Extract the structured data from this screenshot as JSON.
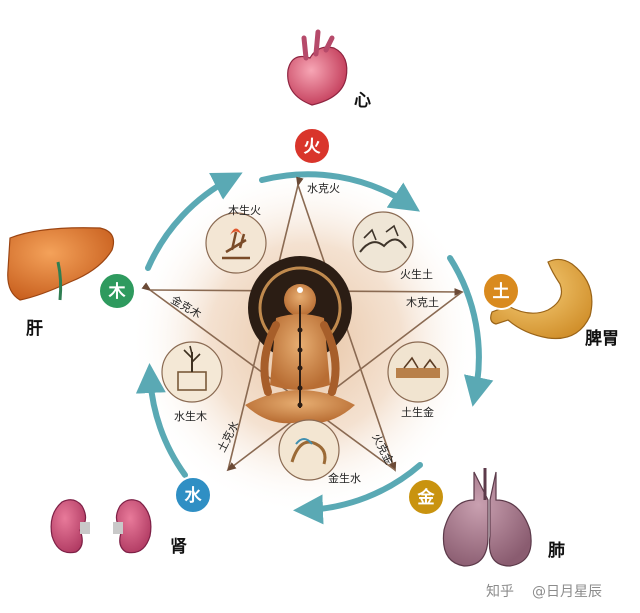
{
  "organs": {
    "heart": "心",
    "spleen_stomach": "脾胃",
    "lung": "肺",
    "kidney": "肾",
    "liver": "肝"
  },
  "elements": {
    "fire": {
      "label": "火",
      "color": "#d9352b"
    },
    "earth": {
      "label": "土",
      "color": "#d98a1e"
    },
    "metal": {
      "label": "金",
      "color": "#c9930f"
    },
    "water": {
      "label": "水",
      "color": "#2f8fc4"
    },
    "wood": {
      "label": "木",
      "color": "#2e9a5e"
    }
  },
  "generating": {
    "wood_fire": "木生火",
    "fire_earth": "火生土",
    "earth_metal": "土生金",
    "metal_water": "金生水",
    "water_wood": "水生木"
  },
  "controlling": {
    "water_fire": "水克火",
    "wood_earth": "木克土",
    "fire_metal": "火克金",
    "earth_water": "土克水",
    "metal_wood": "金克木"
  },
  "watermark": {
    "platform": "知乎",
    "author": "@日月星辰"
  },
  "colors": {
    "cycle_arrow": "#5aa9b4",
    "star_line": "#8a6a52",
    "background_glow": "#f2dcc8"
  }
}
